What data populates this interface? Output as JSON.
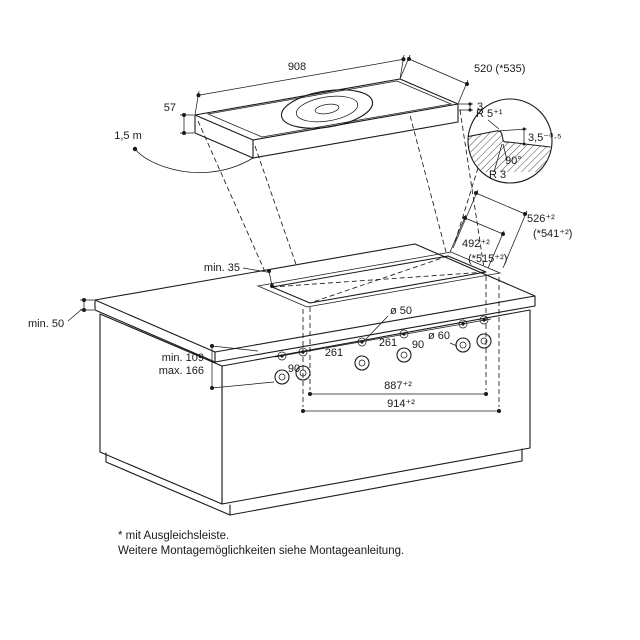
{
  "labels": {
    "dim_908": "908",
    "dim_520": "520 (*535)",
    "dim_57": "57",
    "dim_3": "3",
    "cable": "1,5 m",
    "detail_r5": "R 5⁺¹",
    "detail_35": "3,5⁻⁰·⁵",
    "detail_90deg": "90°",
    "detail_r3": "R 3",
    "min_35": "min. 35",
    "min_50": "min. 50",
    "dim_492": "492⁺²",
    "dim_515": "(*515⁺²)",
    "dim_526": "526⁺²",
    "dim_541": "(*541⁺²)",
    "min_109": "min. 109",
    "max_166": "max. 166",
    "dia_50": "ø 50",
    "dia_60": "ø 60",
    "dim_90_left": "90",
    "dim_261_left": "261",
    "dim_261_right": "261",
    "dim_90_right": "90",
    "dim_887": "887⁺²",
    "dim_914": "914⁺²",
    "footnote1": "* mit Ausgleichsleiste.",
    "footnote2": "Weitere Montagemöglichkeiten siehe Montageanleitung."
  }
}
